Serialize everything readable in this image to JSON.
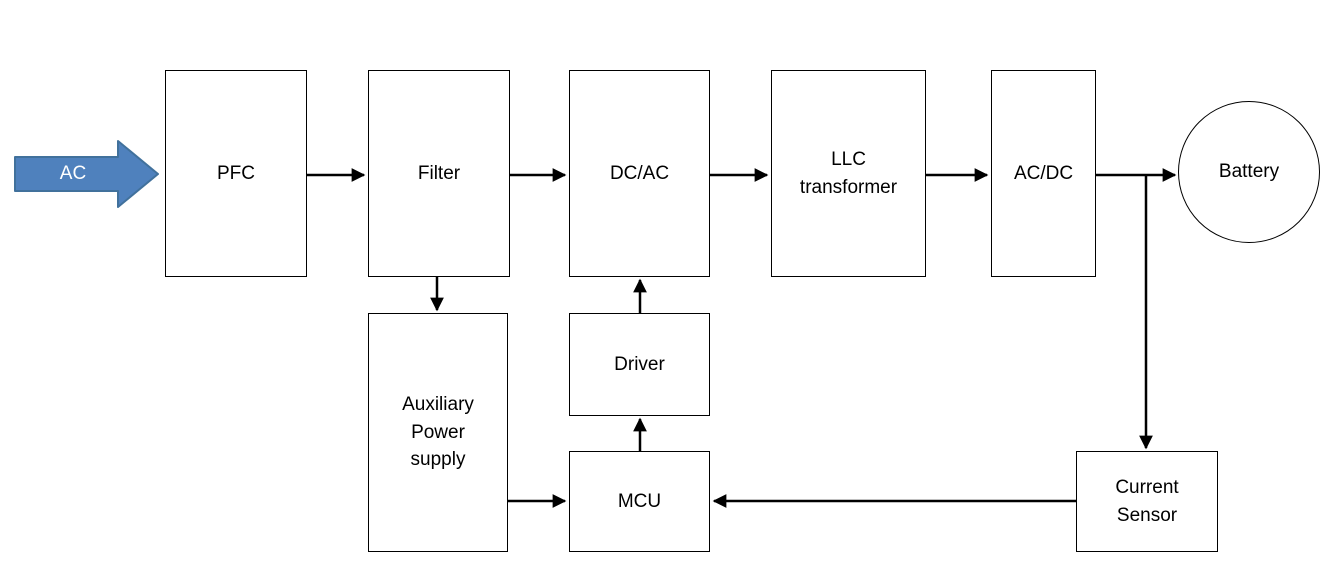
{
  "diagram": {
    "input_arrow": {
      "label": "AC",
      "fill": "#4f81bd",
      "stroke": "#41719c"
    },
    "connector_color": "#000000",
    "blocks": {
      "pfc": {
        "label": "PFC"
      },
      "filter": {
        "label": "Filter"
      },
      "dcac": {
        "label": "DC/AC"
      },
      "llc": {
        "label": "LLC\ntransformer"
      },
      "acdc": {
        "label": "AC/DC"
      },
      "battery": {
        "label": "Battery"
      },
      "aux": {
        "label": "Auxiliary\nPower\nsupply"
      },
      "driver": {
        "label": "Driver"
      },
      "mcu": {
        "label": "MCU"
      },
      "current_sensor": {
        "label": "Current\nSensor"
      }
    },
    "connections": [
      {
        "from": "AC",
        "to": "PFC"
      },
      {
        "from": "PFC",
        "to": "Filter"
      },
      {
        "from": "Filter",
        "to": "DC/AC"
      },
      {
        "from": "DC/AC",
        "to": "LLC transformer"
      },
      {
        "from": "LLC transformer",
        "to": "AC/DC"
      },
      {
        "from": "AC/DC",
        "to": "Battery"
      },
      {
        "from": "Filter",
        "to": "Auxiliary Power supply"
      },
      {
        "from": "Auxiliary Power supply",
        "to": "MCU"
      },
      {
        "from": "MCU",
        "to": "Driver"
      },
      {
        "from": "Driver",
        "to": "DC/AC"
      },
      {
        "from": "AC/DC to Battery line",
        "to": "Current Sensor"
      },
      {
        "from": "Current Sensor",
        "to": "MCU"
      }
    ]
  }
}
